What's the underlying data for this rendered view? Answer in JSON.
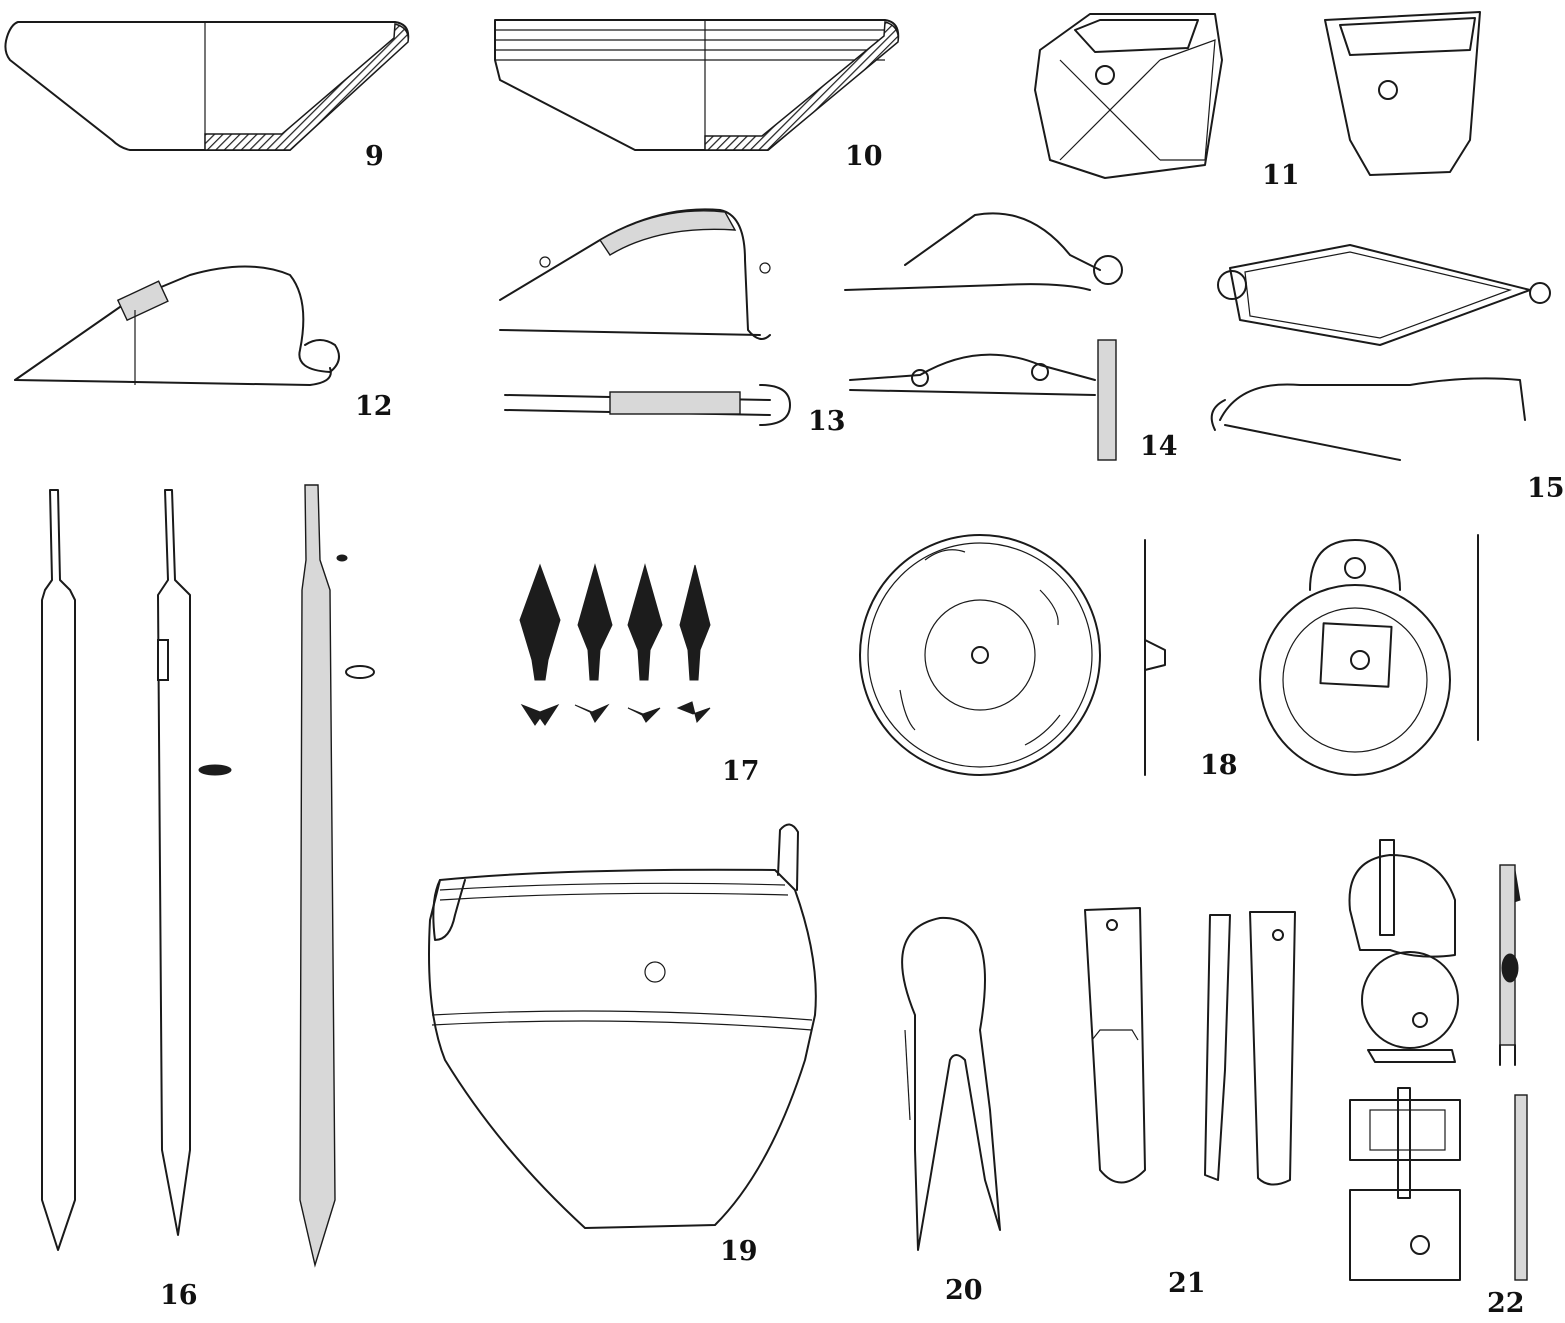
{
  "figure_labels": {
    "f9": "9",
    "f10": "10",
    "f11": "11",
    "f12": "12",
    "f13": "13",
    "f14": "14",
    "f15": "15",
    "f16": "16",
    "f17": "17",
    "f18": "18",
    "f19": "19",
    "f20": "20",
    "f21": "21",
    "f22": "22"
  }
}
